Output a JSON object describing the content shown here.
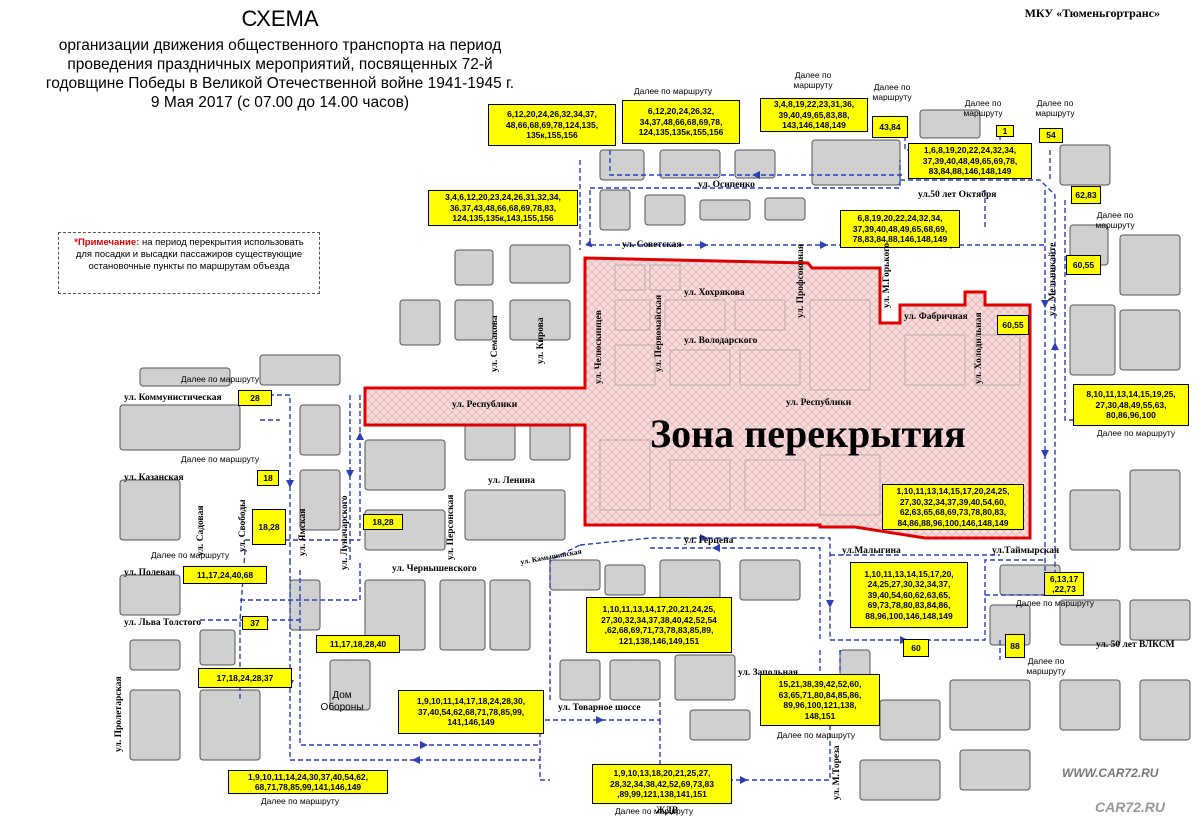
{
  "title": {
    "main": "СХЕМА",
    "subtitle": "организации движения общественного транспорта на период\nпроведения праздничных мероприятий, посвященных 72-й\nгодовщине Победы в Великой Отечественной войне 1941-1945 г.\n9 Мая 2017 (с 07.00 до 14.00 часов)"
  },
  "organization": "МКУ «Тюменьгортранс»",
  "note": {
    "label": "*Примечание:",
    "text": " на период перекрытия использовать для посадки и высадки пассажиров существующие остановочные пункты по маршрутам объезда"
  },
  "zone_label": "Зона перекрытия",
  "dom_oborony": "Дом\nОбороны",
  "further_label": "Далее по маршруту",
  "watermarks": [
    "WWW.CAR72.RU",
    "CAR72.RU"
  ],
  "route_boxes": [
    {
      "id": "b1",
      "text": "6,12,20,24,26,32,34,37,\n48,66,68,69,78,124,135,\n135к,155,156"
    },
    {
      "id": "b2",
      "text": "6,12,20,24,26,32,\n34,37,48,66,68,69,78,\n124,135,135к,155,156"
    },
    {
      "id": "b3",
      "text": "3,4,8,19,22,23,31,36,\n39,40,49,65,83,88,\n143,146,148,149"
    },
    {
      "id": "b4",
      "text": "43,84"
    },
    {
      "id": "b5",
      "text": "1"
    },
    {
      "id": "b6",
      "text": "54"
    },
    {
      "id": "b7",
      "text": "1,6,8,19,20,22,24,32,34,\n37,39,40,48,49,65,69,78,\n83,84,88,146,148,149"
    },
    {
      "id": "b8",
      "text": "3,4,6,12,20,23,24,26,31,32,34,\n36,37,43,48,66,68,69,78,83,\n124,135,135к,143,155,156"
    },
    {
      "id": "b9",
      "text": "6,8,19,20,22,24,32,34,\n37,39,40,48,49,65,68,69,\n78,83,84,88,146,148,149"
    },
    {
      "id": "b10",
      "text": "62,83"
    },
    {
      "id": "b11",
      "text": "60,55"
    },
    {
      "id": "b12",
      "text": "60,55"
    },
    {
      "id": "b13",
      "text": "8,10,11,13,14,15,19,25,\n27,30,48,49,55,63,\n80,86,96,100"
    },
    {
      "id": "b14",
      "text": "28"
    },
    {
      "id": "b15",
      "text": "18"
    },
    {
      "id": "b16",
      "text": "18,28"
    },
    {
      "id": "b17",
      "text": "18,28"
    },
    {
      "id": "b18",
      "text": "1,10,11,13,14,15,17,20,24,25,\n27,30,32,34,37,39,40,54,60,\n62,63,65,68,69,73,78,80,83,\n84,86,88,96,100,146,148,149"
    },
    {
      "id": "b19",
      "text": "11,17,24,40,68"
    },
    {
      "id": "b20",
      "text": "37"
    },
    {
      "id": "b21",
      "text": "11,17,18,28,40"
    },
    {
      "id": "b22",
      "text": "17,18,24,28,37"
    },
    {
      "id": "b23",
      "text": "1,10,11,13,14,17,20,21,24,25,\n27,30,32,34,37,38,40,42,52,54\n,62,68,69,71,73,78,83,85,89,\n121,138,146,149,151"
    },
    {
      "id": "b24",
      "text": "1,10,11,13,14,15,17,20,\n24,25,27,30,32,34,37,\n39,40,54,60,62,63,65,\n69,73,78,80,83,84,86,\n88,96,100,146,148,149"
    },
    {
      "id": "b25",
      "text": "6,13,17\n,22,73"
    },
    {
      "id": "b26",
      "text": "60"
    },
    {
      "id": "b27",
      "text": "88"
    },
    {
      "id": "b28",
      "text": "1,9,10,11,14,17,18,24,28,30,\n37,40,54,62,68,71,78,85,99,\n141,146,149"
    },
    {
      "id": "b29",
      "text": "15,21,38,39,42,52,60,\n63,65,71,80,84,85,86,\n89,96,100,121,138,\n148,151"
    },
    {
      "id": "b30",
      "text": "1,9,10,11,14,24,30,37,40,54,62,\n68,71,78,85,99,141,146,149"
    },
    {
      "id": "b31",
      "text": "1,9,10,13,18,20,21,25,27,\n28,32,34,38,42,52,69,73,83\n,89,99,121,138,141,151"
    }
  ],
  "streets": {
    "osipenko": "ул. Осипенко",
    "50oktyabrya": "ул.50 лет Октября",
    "sovetskaya": "ул. Советская",
    "hohryakova": "ул. Хохрякова",
    "volodarskogo": "ул. Володарского",
    "fabrichnaya": "ул. Фабричная",
    "respubliki_w": "ул. Республики",
    "respubliki_e": "ул. Республики",
    "kommunisticheskaya": "ул. Коммунистическая",
    "kazanskaya": "ул. Казанская",
    "polevaya": "ул. Полевая",
    "lva_tolstogo": "ул. Льва Толстого",
    "lenina": "ул. Ленина",
    "gercena": "ул. Герцена",
    "malygina": "ул.Малыгина",
    "taimyrskaya": "ул.Таймырская",
    "chernyshevskogo": "ул. Чернышевского",
    "kamyshinskaya": "ул. Камышинская",
    "tovarnoe": "ул. Товарное шоссе",
    "50vlksm": "ул. 50 лет ВЛКСМ",
    "zhdv": "ЖДВ",
    "semakova": "ул. Семакова",
    "kirova": "ул. Кирова",
    "chelyuskincev": "ул. Челюскинцев",
    "pervomaiskaya": "ул. Первомайская",
    "profsoyuznaya": "ул. Профсоюзная",
    "mgorkogo": "ул. М.Горького",
    "holodilnaya": "ул. Холодильная",
    "melnikaite": "ул. Мельникайте",
    "sadovaya": "ул. Садовая",
    "svobody": "ул. Свободы",
    "yamskaya": "ул. Ямская",
    "lunacharskogo": "ул. Луначарского",
    "personskaya": "ул. Персонская",
    "proletarskaya": "ул. Пролетарская",
    "zapolnaya": "ул. Запольная",
    "mtoreza": "ул. М.Тореза"
  },
  "colors": {
    "route_line": "#2a3fb8",
    "zone_border": "#e00000",
    "zone_fill": "#f6d6d6",
    "building": "#d0d0d0",
    "label_box": "#ffff00"
  }
}
